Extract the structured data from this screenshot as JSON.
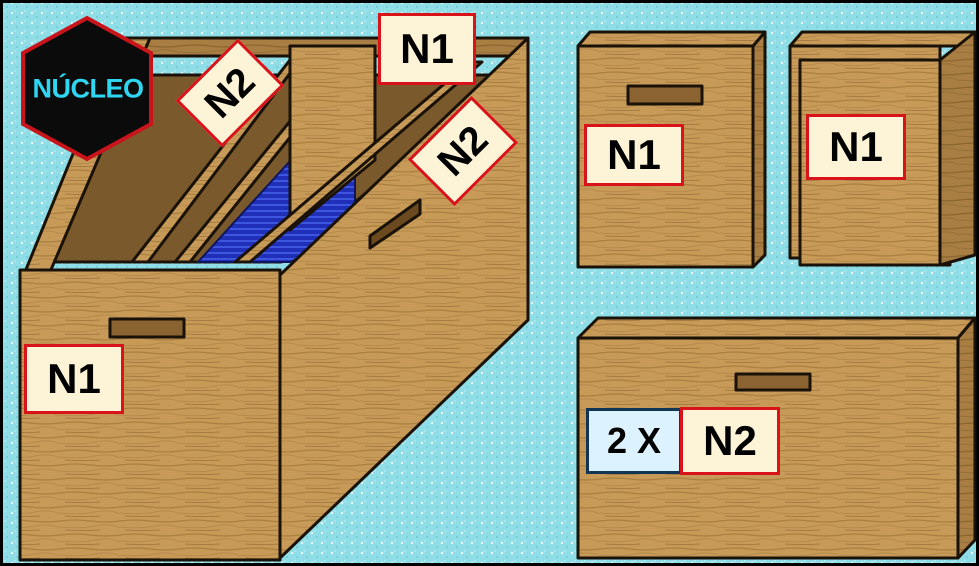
{
  "badge": {
    "text": "NÚCLEO"
  },
  "labels": {
    "main_front_n1": "N1",
    "main_top_n1": "N1",
    "main_left_divider_n2": "N2",
    "main_right_divider_n2": "N2",
    "side_panel_a_n1": "N1",
    "side_panel_b_n1": "N1",
    "bottom_box_quantity": "2 X",
    "bottom_box_n2": "N2"
  },
  "colors": {
    "background": "#8fdde6",
    "wood": "#c79a58",
    "wood_dark": "#a77c40",
    "label_fill": "#fdf4d8",
    "label_border": "#d8141a",
    "badge_fill": "#0b0b0b",
    "badge_border": "#c8141a",
    "badge_text": "#2fd6f2",
    "frames_blue": "#2a3fd0"
  }
}
